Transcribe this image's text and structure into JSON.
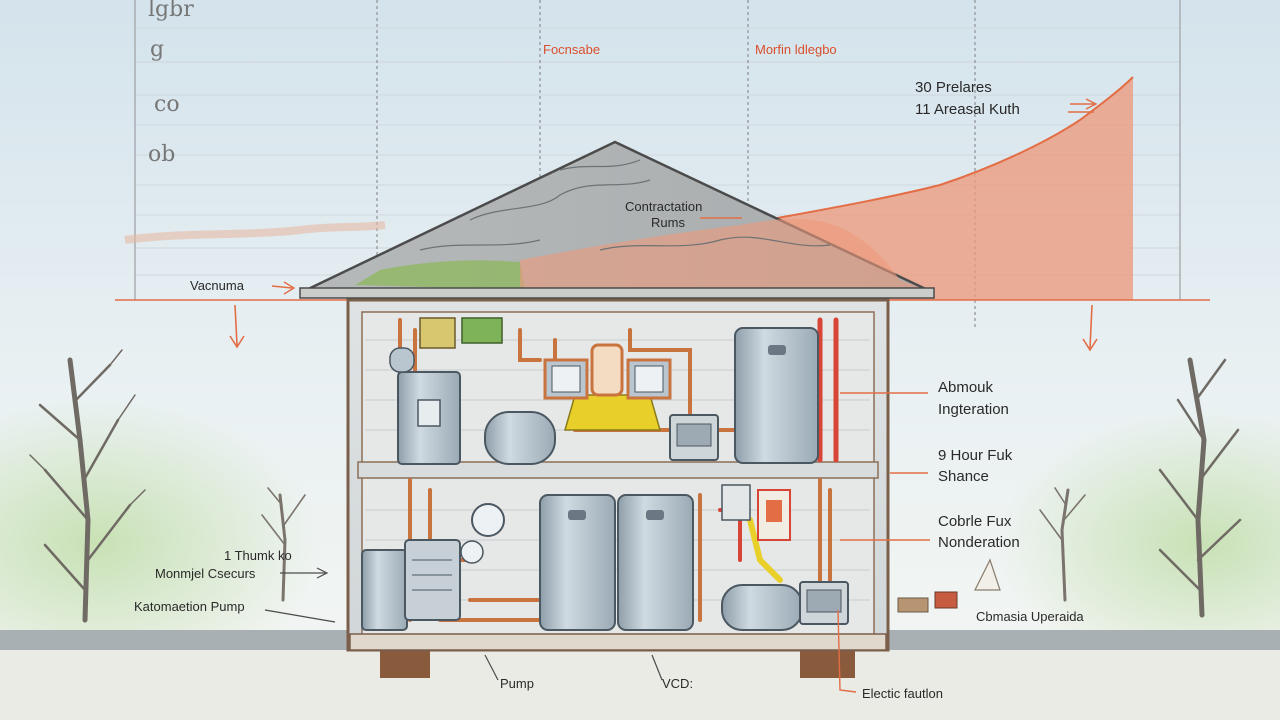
{
  "chart_labels": {
    "axis_note_1": "lgbr",
    "axis_note_2": "g",
    "axis_note_3": "co",
    "axis_note_4": "ob",
    "top_label_1": "Focnsabe",
    "top_label_2": "Morfin ldlegbo",
    "legend_line_1": "30 Prelares",
    "legend_line_2": "11 Areasal Kuth"
  },
  "roof": {
    "label_line_1": "Contractation",
    "label_line_2": "Rums"
  },
  "left_labels": {
    "vacuum": "Vacnuma",
    "thermal_line_1": "1 Thumk ko",
    "thermal_line_2": "Monmjel Csecurs",
    "automation_pump": "Katomaetion Pump"
  },
  "right_labels": {
    "a_line_1": "Abmouk",
    "a_line_2": "Ingteration",
    "b_line_1": "9 Hour Fuk",
    "b_line_2": "Shance",
    "c_line_1": "Cobrle Fux",
    "c_line_2": "Nonderation",
    "outdoor_unit": "Cbmasia Uperaida"
  },
  "bottom_labels": {
    "pump": "Pump",
    "vcd": "VCD:",
    "electric": "Electic fautlon"
  },
  "colors": {
    "accent": "#e36d45",
    "unit_body": "#b9c6d0",
    "pipe_copper": "#c9733f",
    "pipe_red": "#d84436",
    "pipe_yellow": "#e9cf2a",
    "tree": "#6f6a63",
    "roof": "#9ea1a3"
  }
}
